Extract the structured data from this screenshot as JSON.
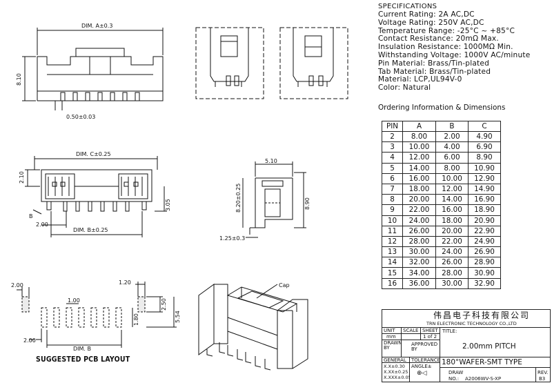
{
  "specs": {
    "heading": "SPECIFICATIONS",
    "lines": [
      "Current Rating: 2A AC,DC",
      "Voltage Rating: 250V AC,DC",
      "Temperature Range: -25°C ~ +85°C",
      "Contact Resistance: 20mΩ Max.",
      "Insulation Resistance: 1000MΩ Min.",
      "Withstanding Voltage: 1000V AC/minute",
      "Pin Material: Brass/Tin-plated",
      "Tab Material: Brass/Tin-plated",
      "Material: LCP,UL94V-0",
      "Color: Natural"
    ]
  },
  "ordering": {
    "title": "Ordering Information & Dimensions",
    "headers": [
      "PIN",
      "A",
      "B",
      "C"
    ],
    "rows": [
      [
        "2",
        "8.00",
        "2.00",
        "4.90"
      ],
      [
        "3",
        "10.00",
        "4.00",
        "6.90"
      ],
      [
        "4",
        "12.00",
        "6.00",
        "8.90"
      ],
      [
        "5",
        "14.00",
        "8.00",
        "10.90"
      ],
      [
        "6",
        "16.00",
        "10.00",
        "12.90"
      ],
      [
        "7",
        "18.00",
        "12.00",
        "14.90"
      ],
      [
        "8",
        "20.00",
        "14.00",
        "16.90"
      ],
      [
        "9",
        "22.00",
        "16.00",
        "18.90"
      ],
      [
        "10",
        "24.00",
        "18.00",
        "20.90"
      ],
      [
        "11",
        "26.00",
        "20.00",
        "22.90"
      ],
      [
        "12",
        "28.00",
        "22.00",
        "24.90"
      ],
      [
        "13",
        "30.00",
        "24.00",
        "26.90"
      ],
      [
        "14",
        "32.00",
        "26.00",
        "28.90"
      ],
      [
        "15",
        "34.00",
        "28.00",
        "30.90"
      ],
      [
        "16",
        "36.00",
        "30.00",
        "32.90"
      ]
    ]
  },
  "dims": {
    "dim_a": "DIM. A±0.3",
    "h_810": "8.10",
    "pin_w": "0.50±0.03",
    "dim_c": "DIM. C±0.25",
    "h_210": "2.10",
    "h_305": "3.05",
    "b_label": "B",
    "w_200": "2.00",
    "dim_b25": "DIM. B±0.25",
    "w_510": "5.10",
    "h_820": "8.20±0.25",
    "h_890": "8.90",
    "w_125": "1.25±0.3",
    "pcb_200a": "2.00",
    "pcb_120": "1.20",
    "pcb_100": "1.00",
    "pcb_250": "2.50",
    "pcb_554": "5.54",
    "pcb_180": "1.80",
    "pcb_200b": "2.00",
    "pcb_dimb": "DIM. B",
    "cap": "Cap"
  },
  "pcb_title": "SUGGESTED PCB LAYOUT",
  "title_block": {
    "company_cn": "伟昌电子科技有限公司",
    "company_en": "TRN ELECTRONIC TECHNOLOGY CO.,LTD",
    "unit": "UNIT",
    "scale": "SCALE",
    "sheet": "SHEET",
    "unit_val": "mm",
    "sheet_val": "1 of 2",
    "title_label": "TITLE:",
    "title_l1": "2.00mm PITCH",
    "title_l2": "180°WAFER-SMT TYPE",
    "drawn_by": "DRAWN BY",
    "approved_by": "APPROVED BY",
    "general": "GENERAL",
    "tolerance": "TOLERANCE",
    "tol1": "X.X±0.30",
    "tol2": "X.XX±0.25",
    "tol3": "X.XXX±0.05",
    "angle": "ANGLE±",
    "draw_label": "DRAW",
    "no_label": "NO.:",
    "draw_no": "A2006WV-S-XP",
    "rev_label": "REV.",
    "rev_val": "B3"
  }
}
